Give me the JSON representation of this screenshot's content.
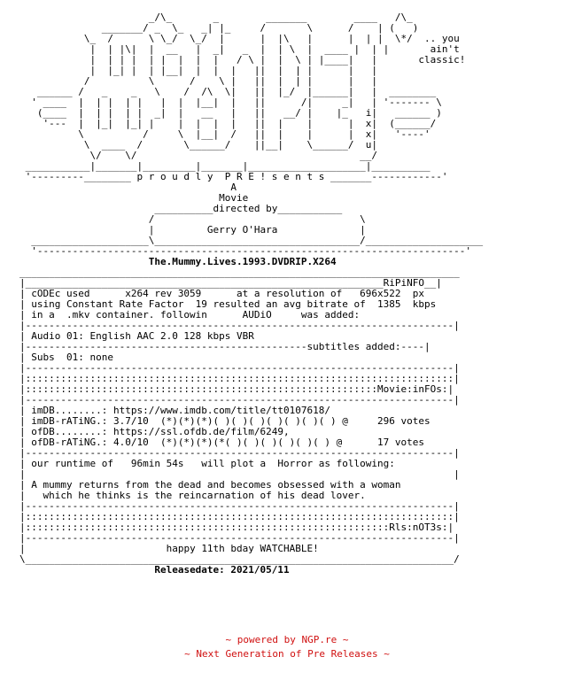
{
  "banner": {
    "ascii_art": "                      _/\\_       _        _______        ____   /\\_\n              _______/ _  \\_   _| |_     /       \\      /    | (   )\n           \\_  /      \\ \\_/  \\_/  |      |  |\\   |      |  | |  \\*/  .. you\n            |  | |\\|  |  __   |  _|   _  |  | \\  |  ____ |  | |       ain't\n            |  | | |  | |  |  |  |   / \\ |  |  \\ | |____|   |       classic!\n            |  |_| |  | |__|  |  |  |   ||  |  | |      |   |\n           /          \\      /    \\ |   ||  |  | |      |   |\n   ______ /   _    _   \\    /  /\\  \\|   ||  |_/  |______|   |  ________\n  ' ____  |  | |  | |   |  |  |__|  |   ||      /|     _|   | '------- \\\n   (____  |  | |  | |  _|  |   __   |   ||   __/ |    |_   i|   ______ )\n    '---  |  |_|  |_| |    |  |  |  |   ||  |    |      |  x|  (______/\n          \\          /     \\  |__|  /   ||  |    |      |  x|   '----'\n           \\  ____  /       \\______/    ||__|    \\______/  u|\n            \\/    \\/                                      __/\n ___________|_______|_________|_______|____________________|__________\n '---------________ p r o u d l y  P R E ! s e n t s _______------------'"
  },
  "presents": {
    "a": "A",
    "movie": "Movie",
    "directed_by": "directed by",
    "director": "Gerry O'Hara"
  },
  "release_name": "The.Mummy.Lives.1993.DVDRIP.X264",
  "ripinfo": {
    "header": "RiPiNFO",
    "codec_line": "cODEc used      x264 rev 3059      at a resolution of   696x522  px",
    "crf_line": "using Constant Rate Factor  19 resulted an avg bitrate of  1385  kbps",
    "container_line": "in a  .mkv container. followin      AUDiO     was added:"
  },
  "audio": {
    "line": "Audio 01: English AAC 2.0 128 kbps VBR",
    "subtitles_header": "subtitles added:"
  },
  "subs": {
    "line": "Subs  01: none"
  },
  "movie_info": {
    "header": "Movie:inFOs",
    "imdb_line": "imDB........: https://www.imdb.com/title/tt0107618/",
    "imdb_rating_line": "imDB-rATiNG.: 3.7/10  (*)(*)(*)( )( )( )( )( )( )( ) @     296 votes",
    "ofdb_line": "ofDB........: https://ssl.ofdb.de/film/6249,",
    "ofdb_rating_line": "ofDB-rATiNG.: 4.0/10  (*)(*)(*)(*( )( )( )( )( )( ) @      17 votes"
  },
  "plot": {
    "runtime_line": "our runtime of   96min 54s   will plot a  Horror as following:",
    "line1": "A mummy returns from the dead and becomes obsessed with a woman",
    "line2": "  which he thinks is the reincarnation of his dead lover."
  },
  "notes": {
    "header": "Rls:nOT3s",
    "message": "happy 11th bday WATCHABLE!"
  },
  "release_date": "Releasedate: 2021/05/11",
  "footer": {
    "powered_by": "~ powered by NGP.re ~",
    "tagline": "~ Next Generation of Pre Releases ~"
  }
}
